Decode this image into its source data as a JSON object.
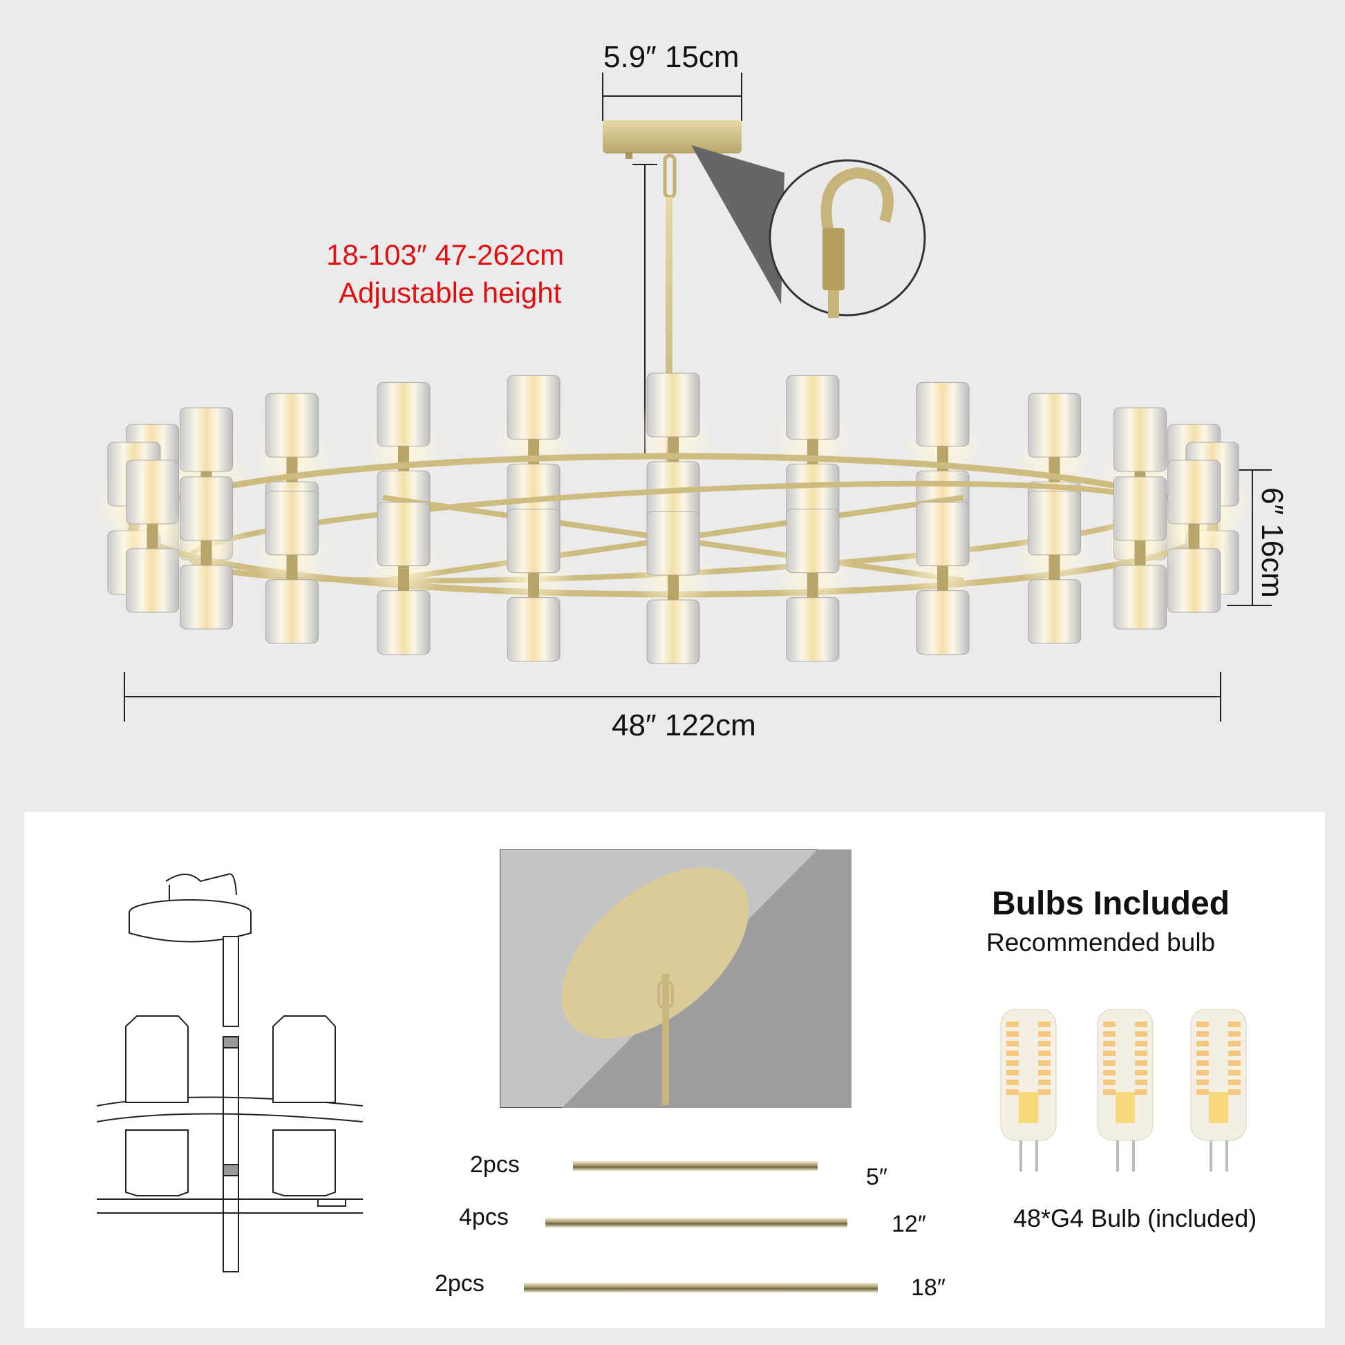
{
  "dimensions": {
    "canopy": "5.9″  15cm",
    "height_range": "18-103″ 47-262cm",
    "height_note": "Adjustable height",
    "width": "48″  122cm",
    "fixture_height": "6″  16cm"
  },
  "colors": {
    "background": "#ebebeb",
    "highlight_text": "#e01010",
    "brass": "#c9b77c"
  },
  "rods": [
    {
      "qty": "2pcs",
      "length": "5″"
    },
    {
      "qty": "4pcs",
      "length": "12″"
    },
    {
      "qty": "2pcs",
      "length": "18″"
    }
  ],
  "bulbs": {
    "title": "Bulbs Included",
    "subtitle": "Recommended bulb",
    "caption": "48*G4 Bulb (included)"
  }
}
